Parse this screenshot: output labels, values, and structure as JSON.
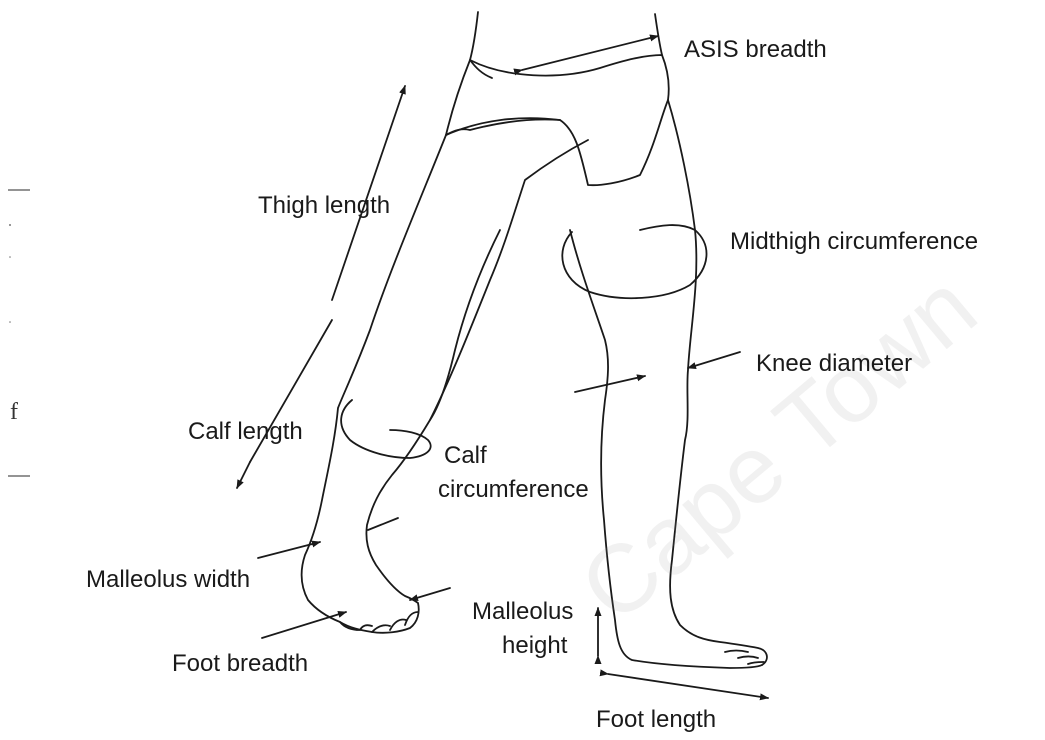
{
  "labels": {
    "asis_breadth": "ASIS breadth",
    "thigh_length": "Thigh length",
    "midthigh_circumference": "Midthigh circumference",
    "knee_diameter": "Knee diameter",
    "calf_length": "Calf length",
    "calf_circumference_line1": "Calf",
    "calf_circumference_line2": "circumference",
    "malleolus_width": "Malleolus width",
    "malleolus_height_line1": "Malleolus",
    "malleolus_height_line2": "height",
    "foot_breadth": "Foot breadth",
    "foot_length": "Foot length"
  },
  "margin_marks": {
    "f_mark": "f"
  },
  "watermark": "Cape Town",
  "colors": {
    "line": "#1a1a1a",
    "text": "#1a1a1a"
  }
}
